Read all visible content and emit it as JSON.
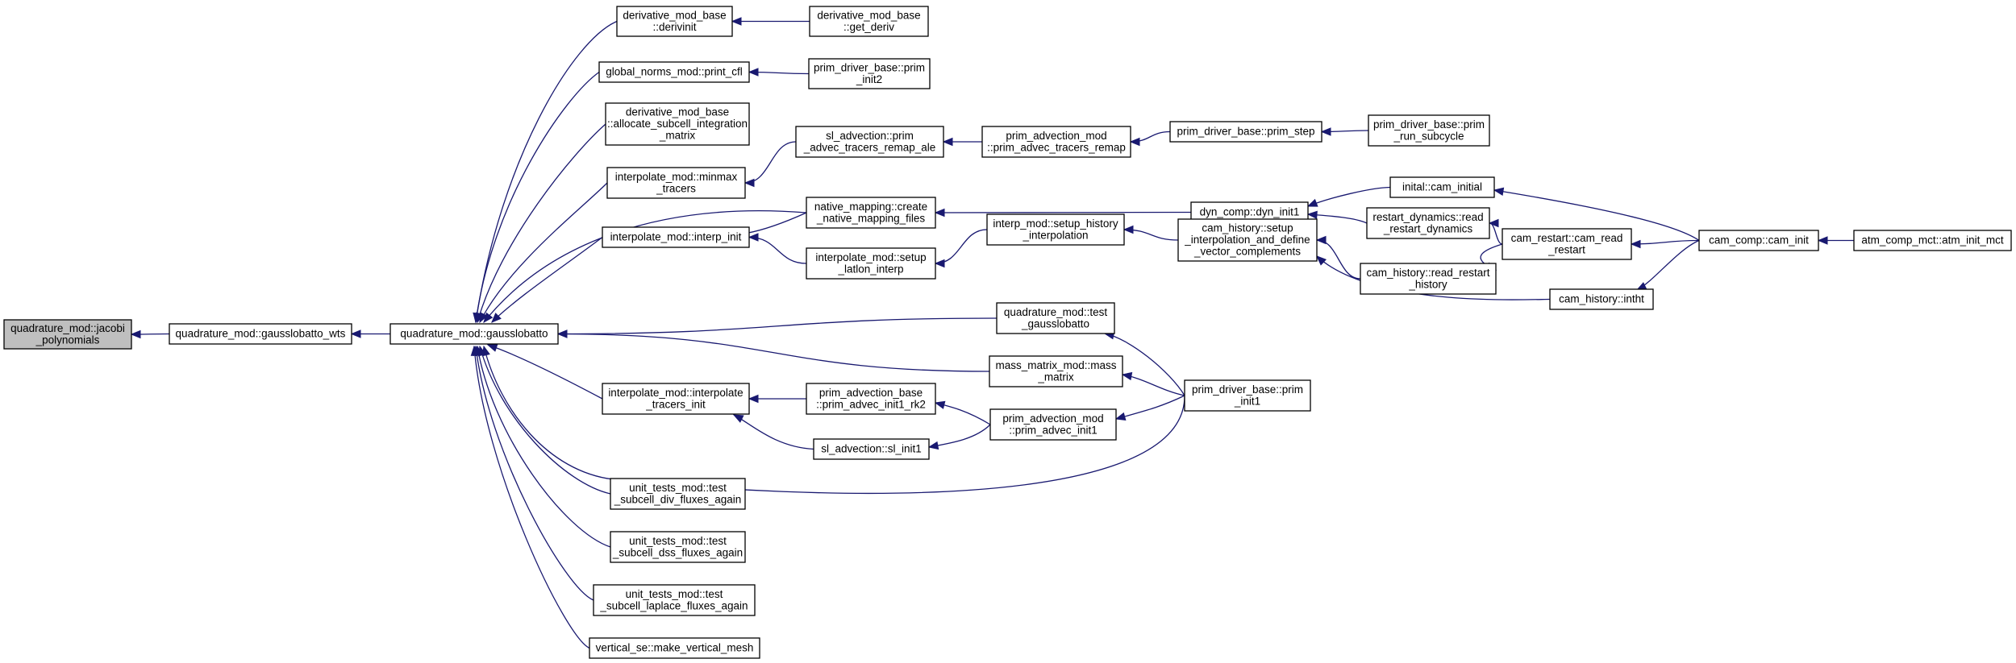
{
  "nodes": [
    {
      "id": "jacobi",
      "lines": [
        "quadrature_mod::jacobi",
        "_polynomials"
      ],
      "root": true
    },
    {
      "id": "glwts",
      "lines": [
        "quadrature_mod::gausslobatto_wts"
      ]
    },
    {
      "id": "gl",
      "lines": [
        "quadrature_mod::gausslobatto"
      ]
    },
    {
      "id": "derivinit",
      "lines": [
        "derivative_mod_base",
        "::derivinit"
      ]
    },
    {
      "id": "printcfl",
      "lines": [
        "global_norms_mod::print_cfl"
      ]
    },
    {
      "id": "allocsub",
      "lines": [
        "derivative_mod_base",
        "::allocate_subcell_integration",
        "_matrix"
      ]
    },
    {
      "id": "minmax",
      "lines": [
        "interpolate_mod::minmax",
        "_tracers"
      ]
    },
    {
      "id": "interpinit",
      "lines": [
        "interpolate_mod::interp_init"
      ]
    },
    {
      "id": "interptrac",
      "lines": [
        "interpolate_mod::interpolate",
        "_tracers_init"
      ]
    },
    {
      "id": "utdiv",
      "lines": [
        "unit_tests_mod::test",
        "_subcell_div_fluxes_again"
      ]
    },
    {
      "id": "utdss",
      "lines": [
        "unit_tests_mod::test",
        "_subcell_dss_fluxes_again"
      ]
    },
    {
      "id": "utlap",
      "lines": [
        "unit_tests_mod::test",
        "_subcell_laplace_fluxes_again"
      ]
    },
    {
      "id": "vertmesh",
      "lines": [
        "vertical_se::make_vertical_mesh"
      ]
    },
    {
      "id": "getderiv",
      "lines": [
        "derivative_mod_base",
        "::get_deriv"
      ]
    },
    {
      "id": "priminit2",
      "lines": [
        "prim_driver_base::prim",
        "_init2"
      ]
    },
    {
      "id": "slremap",
      "lines": [
        "sl_advection::prim",
        "_advec_tracers_remap_ale"
      ]
    },
    {
      "id": "nativemap",
      "lines": [
        "native_mapping::create",
        "_native_mapping_files"
      ]
    },
    {
      "id": "setuplatlon",
      "lines": [
        "interpolate_mod::setup",
        "_latlon_interp"
      ]
    },
    {
      "id": "qtest",
      "lines": [
        "quadrature_mod::test",
        "_gausslobatto"
      ]
    },
    {
      "id": "massmat",
      "lines": [
        "mass_matrix_mod::mass",
        "_matrix"
      ]
    },
    {
      "id": "rk2",
      "lines": [
        "prim_advection_base",
        "::prim_advec_init1_rk2"
      ]
    },
    {
      "id": "slinit1",
      "lines": [
        "sl_advection::sl_init1"
      ]
    },
    {
      "id": "primremap",
      "lines": [
        "prim_advection_mod",
        "::prim_advec_tracers_remap"
      ]
    },
    {
      "id": "setuphist",
      "lines": [
        "interp_mod::setup_history",
        "_interpolation"
      ]
    },
    {
      "id": "advinit1",
      "lines": [
        "prim_advection_mod",
        "::prim_advec_init1"
      ]
    },
    {
      "id": "primstep",
      "lines": [
        "prim_driver_base::prim_step"
      ]
    },
    {
      "id": "dyninit1",
      "lines": [
        "dyn_comp::dyn_init1"
      ]
    },
    {
      "id": "camhistsetup",
      "lines": [
        "cam_history::setup",
        "_interpolation_and_define",
        "_vector_complements"
      ]
    },
    {
      "id": "priminit1",
      "lines": [
        "prim_driver_base::prim",
        "_init1"
      ]
    },
    {
      "id": "subcycle",
      "lines": [
        "prim_driver_base::prim",
        "_run_subcycle"
      ]
    },
    {
      "id": "caminitial",
      "lines": [
        "inital::cam_initial"
      ]
    },
    {
      "id": "readrestdyn",
      "lines": [
        "restart_dynamics::read",
        "_restart_dynamics"
      ]
    },
    {
      "id": "readresthist",
      "lines": [
        "cam_history::read_restart",
        "_history"
      ]
    },
    {
      "id": "intht",
      "lines": [
        "cam_history::intht"
      ]
    },
    {
      "id": "camread",
      "lines": [
        "cam_restart::cam_read",
        "_restart"
      ]
    },
    {
      "id": "caminit",
      "lines": [
        "cam_comp::cam_init"
      ]
    },
    {
      "id": "atminit",
      "lines": [
        "atm_comp_mct::atm_init_mct"
      ]
    }
  ],
  "edges": [
    {
      "from": "glwts",
      "to": "jacobi"
    },
    {
      "from": "gl",
      "to": "glwts"
    },
    {
      "from": "derivinit",
      "to": "gl"
    },
    {
      "from": "printcfl",
      "to": "gl"
    },
    {
      "from": "allocsub",
      "to": "gl"
    },
    {
      "from": "minmax",
      "to": "gl"
    },
    {
      "from": "nativemap",
      "to": "gl"
    },
    {
      "from": "interpinit",
      "to": "gl"
    },
    {
      "from": "qtest",
      "to": "gl"
    },
    {
      "from": "massmat",
      "to": "gl"
    },
    {
      "from": "interptrac",
      "to": "gl"
    },
    {
      "from": "priminit1",
      "to": "gl"
    },
    {
      "from": "utdiv",
      "to": "gl"
    },
    {
      "from": "utdss",
      "to": "gl"
    },
    {
      "from": "utlap",
      "to": "gl"
    },
    {
      "from": "vertmesh",
      "to": "gl"
    },
    {
      "from": "getderiv",
      "to": "derivinit"
    },
    {
      "from": "priminit2",
      "to": "printcfl"
    },
    {
      "from": "slremap",
      "to": "minmax"
    },
    {
      "from": "nativemap",
      "to": "interpinit"
    },
    {
      "from": "setuplatlon",
      "to": "interpinit"
    },
    {
      "from": "rk2",
      "to": "interptrac"
    },
    {
      "from": "slinit1",
      "to": "interptrac"
    },
    {
      "from": "primremap",
      "to": "slremap"
    },
    {
      "from": "dyninit1",
      "to": "nativemap"
    },
    {
      "from": "setuphist",
      "to": "setuplatlon"
    },
    {
      "from": "priminit1",
      "to": "qtest"
    },
    {
      "from": "priminit1",
      "to": "massmat"
    },
    {
      "from": "advinit1",
      "to": "rk2"
    },
    {
      "from": "advinit1",
      "to": "slinit1"
    },
    {
      "from": "primstep",
      "to": "primremap"
    },
    {
      "from": "camhistsetup",
      "to": "setuphist"
    },
    {
      "from": "priminit1",
      "to": "advinit1"
    },
    {
      "from": "subcycle",
      "to": "primstep"
    },
    {
      "from": "caminitial",
      "to": "dyninit1"
    },
    {
      "from": "readrestdyn",
      "to": "dyninit1"
    },
    {
      "from": "readresthist",
      "to": "camhistsetup"
    },
    {
      "from": "intht",
      "to": "camhistsetup"
    },
    {
      "from": "camread",
      "to": "readrestdyn"
    },
    {
      "from": "camread",
      "to": "readresthist"
    },
    {
      "from": "caminit",
      "to": "caminitial"
    },
    {
      "from": "caminit",
      "to": "camread"
    },
    {
      "from": "caminit",
      "to": "intht"
    },
    {
      "from": "atminit",
      "to": "caminit"
    }
  ],
  "colors": {
    "edge": "#191970",
    "root_fill": "#bfbfbf",
    "node_fill": "#ffffff",
    "border": "#000000"
  }
}
